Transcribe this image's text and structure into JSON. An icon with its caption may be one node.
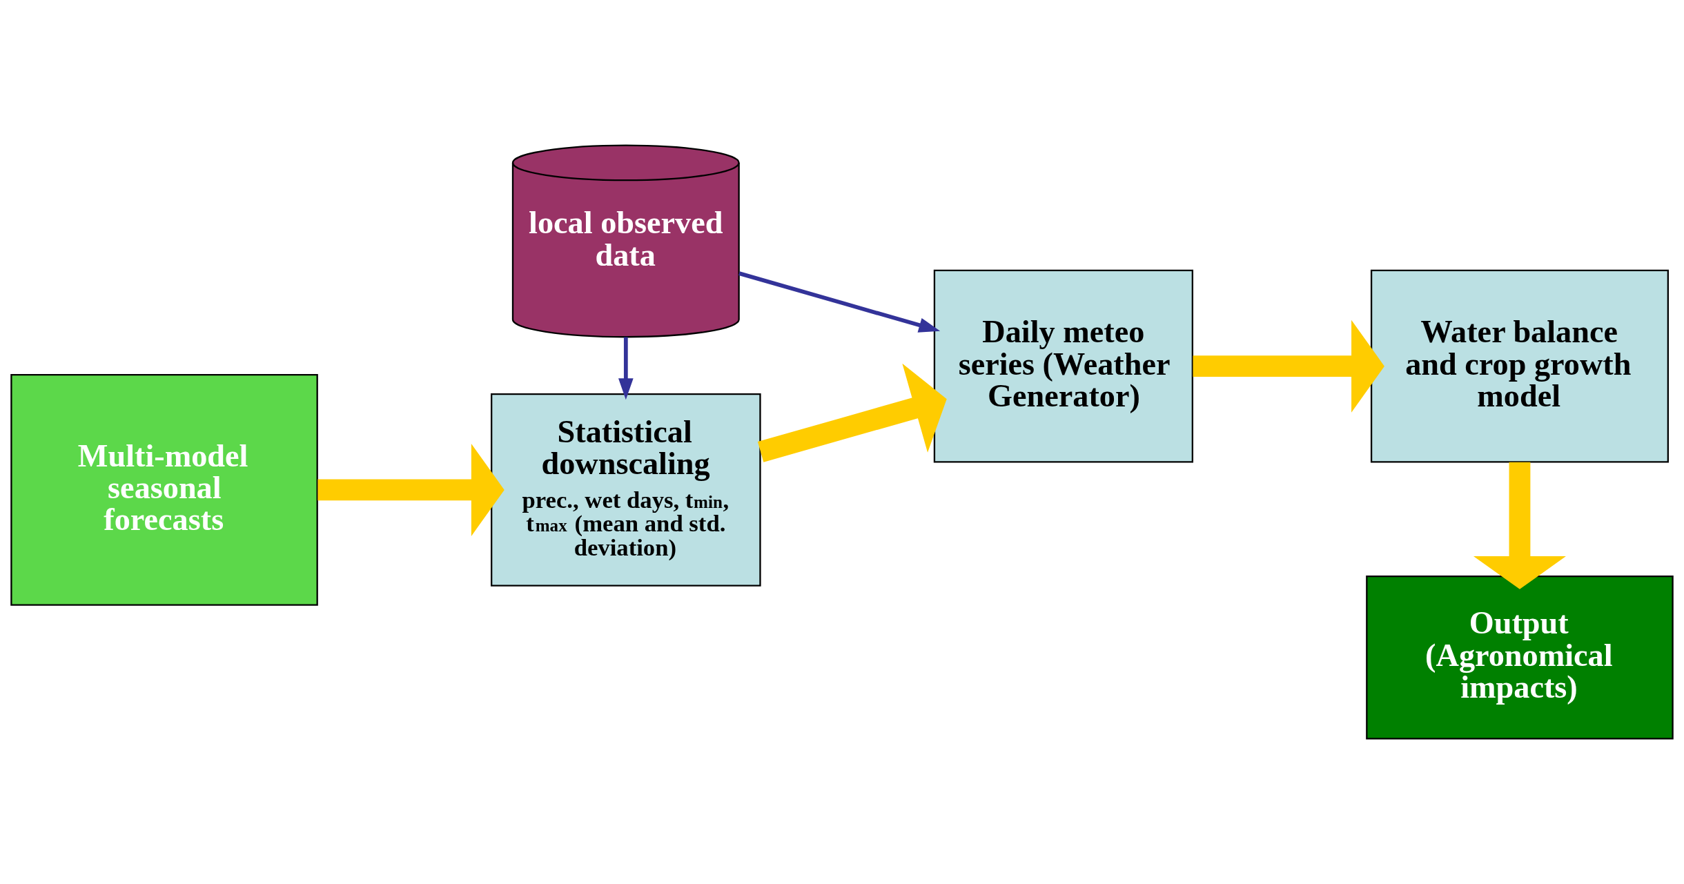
{
  "diagram": {
    "nodes": [
      {
        "text": [
          "local observed data"
        ]
      },
      {
        "text": [
          "Multi-model seasonal forecasts"
        ]
      },
      {
        "text": [
          "Statistical downscaling",
          "prec., wet days, t$_{min}$, t$_{max}$ (mean and std. deviation)"
        ]
      },
      {
        "text": [
          "Daily meteo series (Weather Generator)"
        ]
      },
      {
        "text": [
          "Water balance and crop growth model"
        ]
      },
      {
        "text": [
          "Output (Agronomical impacts)"
        ]
      }
    ],
    "edges": [
      {
        "from": 0,
        "to": 2,
        "arrow": "to",
        "color": "#333399"
      },
      {
        "from": 0,
        "to": 3,
        "arrow": "to",
        "color": "#333399"
      },
      {
        "from": 1,
        "to": 2,
        "arrow": "to"
      },
      {
        "from": 2,
        "to": 3,
        "arrow": "to"
      },
      {
        "from": 3,
        "to": 4,
        "arrow": "to"
      },
      {
        "from": 4,
        "to": 5,
        "arrow": "to"
      }
    ]
  }
}
